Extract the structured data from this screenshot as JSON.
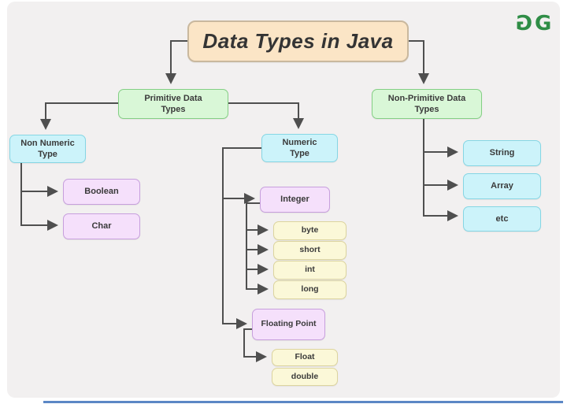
{
  "title": {
    "label": "Data Types in Java"
  },
  "logo": {
    "brand": "GeeksforGeeks",
    "color": "#2f8d46"
  },
  "nodes": {
    "primitive": {
      "label": "Primitive Data Types"
    },
    "non_primitive": {
      "label": "Non-Primitive Data Types"
    },
    "non_numeric": {
      "label": "Non Numeric Type"
    },
    "numeric": {
      "label": "Numeric Type"
    },
    "boolean": {
      "label": "Boolean"
    },
    "char": {
      "label": "Char"
    },
    "integer": {
      "label": "Integer"
    },
    "byte": {
      "label": "byte"
    },
    "short": {
      "label": "short"
    },
    "int": {
      "label": "int"
    },
    "long": {
      "label": "long"
    },
    "floating_point": {
      "label": "Floating Point"
    },
    "float": {
      "label": "Float"
    },
    "double": {
      "label": "double"
    },
    "string": {
      "label": "String"
    },
    "array": {
      "label": "Array"
    },
    "etc": {
      "label": "etc"
    }
  },
  "colors": {
    "panel_background": "#f2f0f0",
    "connector": "#4f4f4f",
    "title_box": "#fbe5c6",
    "green_box": "#d9f7d7",
    "cyan_box": "#ccf3fa",
    "purple_box": "#f5e0fb",
    "yellow_box": "#fbf8d8",
    "logo_green": "#2f8d46",
    "bottom_rule": "#5b87c5"
  }
}
